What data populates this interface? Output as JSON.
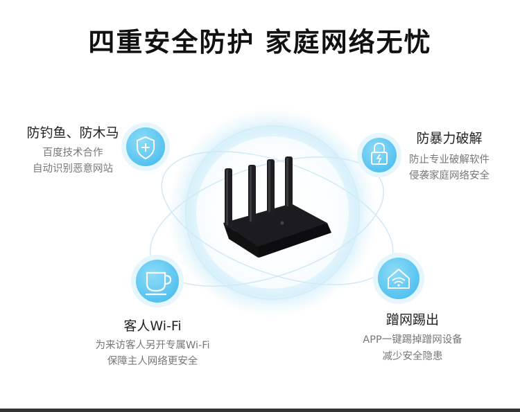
{
  "title": "四重安全防护  家庭网络无忧",
  "features": {
    "phishing": {
      "icon": "shield-plus-icon",
      "title": "防钓鱼、防木马",
      "desc_line1": "百度技术合作",
      "desc_line2": "自动识别恶意网站"
    },
    "brute_force": {
      "icon": "lock-icon",
      "title": "防暴力破解",
      "desc_line1": "防止专业破解软件",
      "desc_line2": "侵袭家庭网络安全"
    },
    "guest_wifi": {
      "icon": "cup-icon",
      "title": "客人Wi-Fi",
      "desc_line1": "为来访客人另开专属Wi-Fi",
      "desc_line2": "保障主人网络更安全"
    },
    "kick_device": {
      "icon": "home-wifi-icon",
      "title": "蹭网踢出",
      "desc_line1": "APP一键踢掉蹭网设备",
      "desc_line2": "减少安全隐患"
    }
  },
  "colors": {
    "accent": "#5bc6f0",
    "glow": "#d6f0fb",
    "router": "#1c1c1e"
  }
}
